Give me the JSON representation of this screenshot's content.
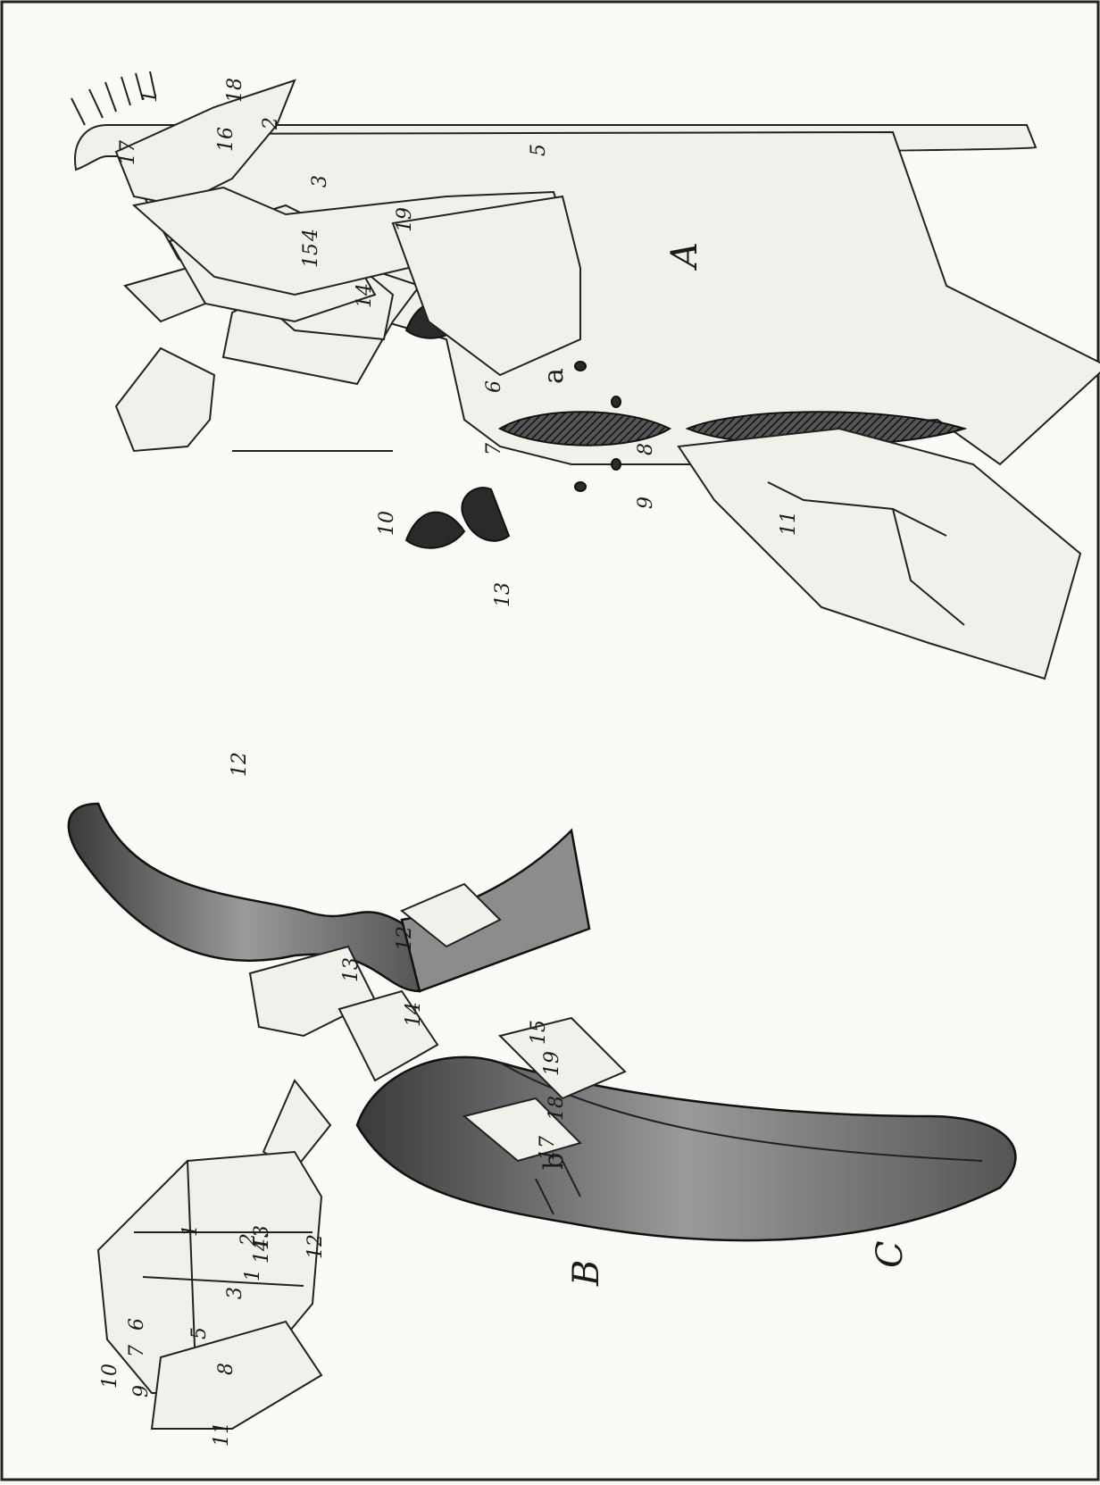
{
  "figure_labels": {
    "A": "A",
    "B": "B",
    "C": "C",
    "a": "a",
    "b": "b"
  },
  "labels_A": [
    "1",
    "2",
    "3",
    "4",
    "5",
    "6",
    "7",
    "8",
    "9",
    "10",
    "11",
    "12",
    "13",
    "14",
    "15",
    "16",
    "17",
    "18",
    "19"
  ],
  "labels_C": [
    "1",
    "1",
    "2",
    "3",
    "5",
    "6",
    "7",
    "8",
    "9",
    "10",
    "11",
    "12",
    "12",
    "13",
    "13",
    "14",
    "14.",
    "15",
    "17",
    "18",
    "19"
  ],
  "colors": {
    "paper": "#fbfaf7",
    "ink": "#222222",
    "shading": "#2a2a2a",
    "shell": "#8c8c8c"
  }
}
